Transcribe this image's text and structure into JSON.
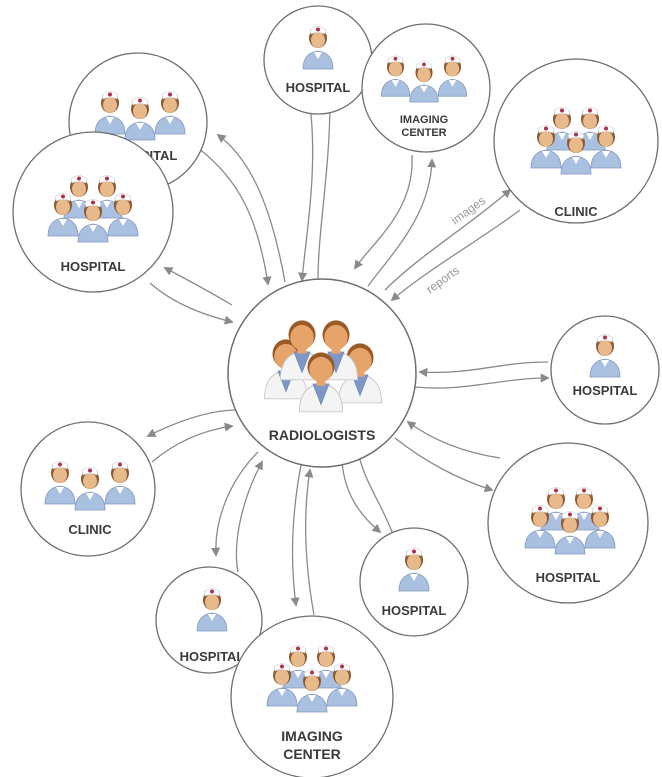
{
  "colors": {
    "circle_stroke": "#6e6e6e",
    "arrow": "#8a8a8a",
    "nurse_uniform": "#a9c0e0",
    "nurse_skin": "#e8b98a",
    "nurse_hair": "#8c5a32",
    "nurse_cap_cross": "#b2304a",
    "doctor_coat": "#f4f4f4",
    "doctor_shirt": "#7d98c6",
    "doctor_skin": "#e6a46a",
    "doctor_hair": "#9a5a26"
  },
  "center": {
    "label": "RADIOLOGISTS",
    "icon": "radiologist-group-icon"
  },
  "nodes": [
    {
      "id": "hospital-topleft-back",
      "label": "HOSPITAL",
      "icon": "nurse-group-icon"
    },
    {
      "id": "hospital-left",
      "label": "HOSPITAL",
      "icon": "nurse-group-icon"
    },
    {
      "id": "hospital-top",
      "label": "HOSPITAL",
      "icon": "nurse-icon"
    },
    {
      "id": "imaging-center-top",
      "label": "IMAGING CENTER",
      "label_lines": [
        "IMAGING",
        "CENTER"
      ],
      "icon": "nurse-group-icon"
    },
    {
      "id": "clinic-topright",
      "label": "CLINIC",
      "icon": "nurse-group-icon"
    },
    {
      "id": "hospital-right",
      "label": "HOSPITAL",
      "icon": "nurse-icon"
    },
    {
      "id": "hospital-bottomright",
      "label": "HOSPITAL",
      "icon": "nurse-group-icon"
    },
    {
      "id": "hospital-bottom",
      "label": "HOSPITAL",
      "icon": "nurse-icon"
    },
    {
      "id": "imaging-center-bottom",
      "label": "IMAGING CENTER",
      "label_lines": [
        "IMAGING",
        "CENTER"
      ],
      "icon": "nurse-group-icon"
    },
    {
      "id": "hospital-bottomleft",
      "label": "HOSPITAL",
      "icon": "nurse-icon"
    },
    {
      "id": "clinic-left",
      "label": "CLINIC",
      "icon": "nurse-group-icon"
    }
  ],
  "edge_labels": {
    "images": "images",
    "reports": "reports"
  }
}
